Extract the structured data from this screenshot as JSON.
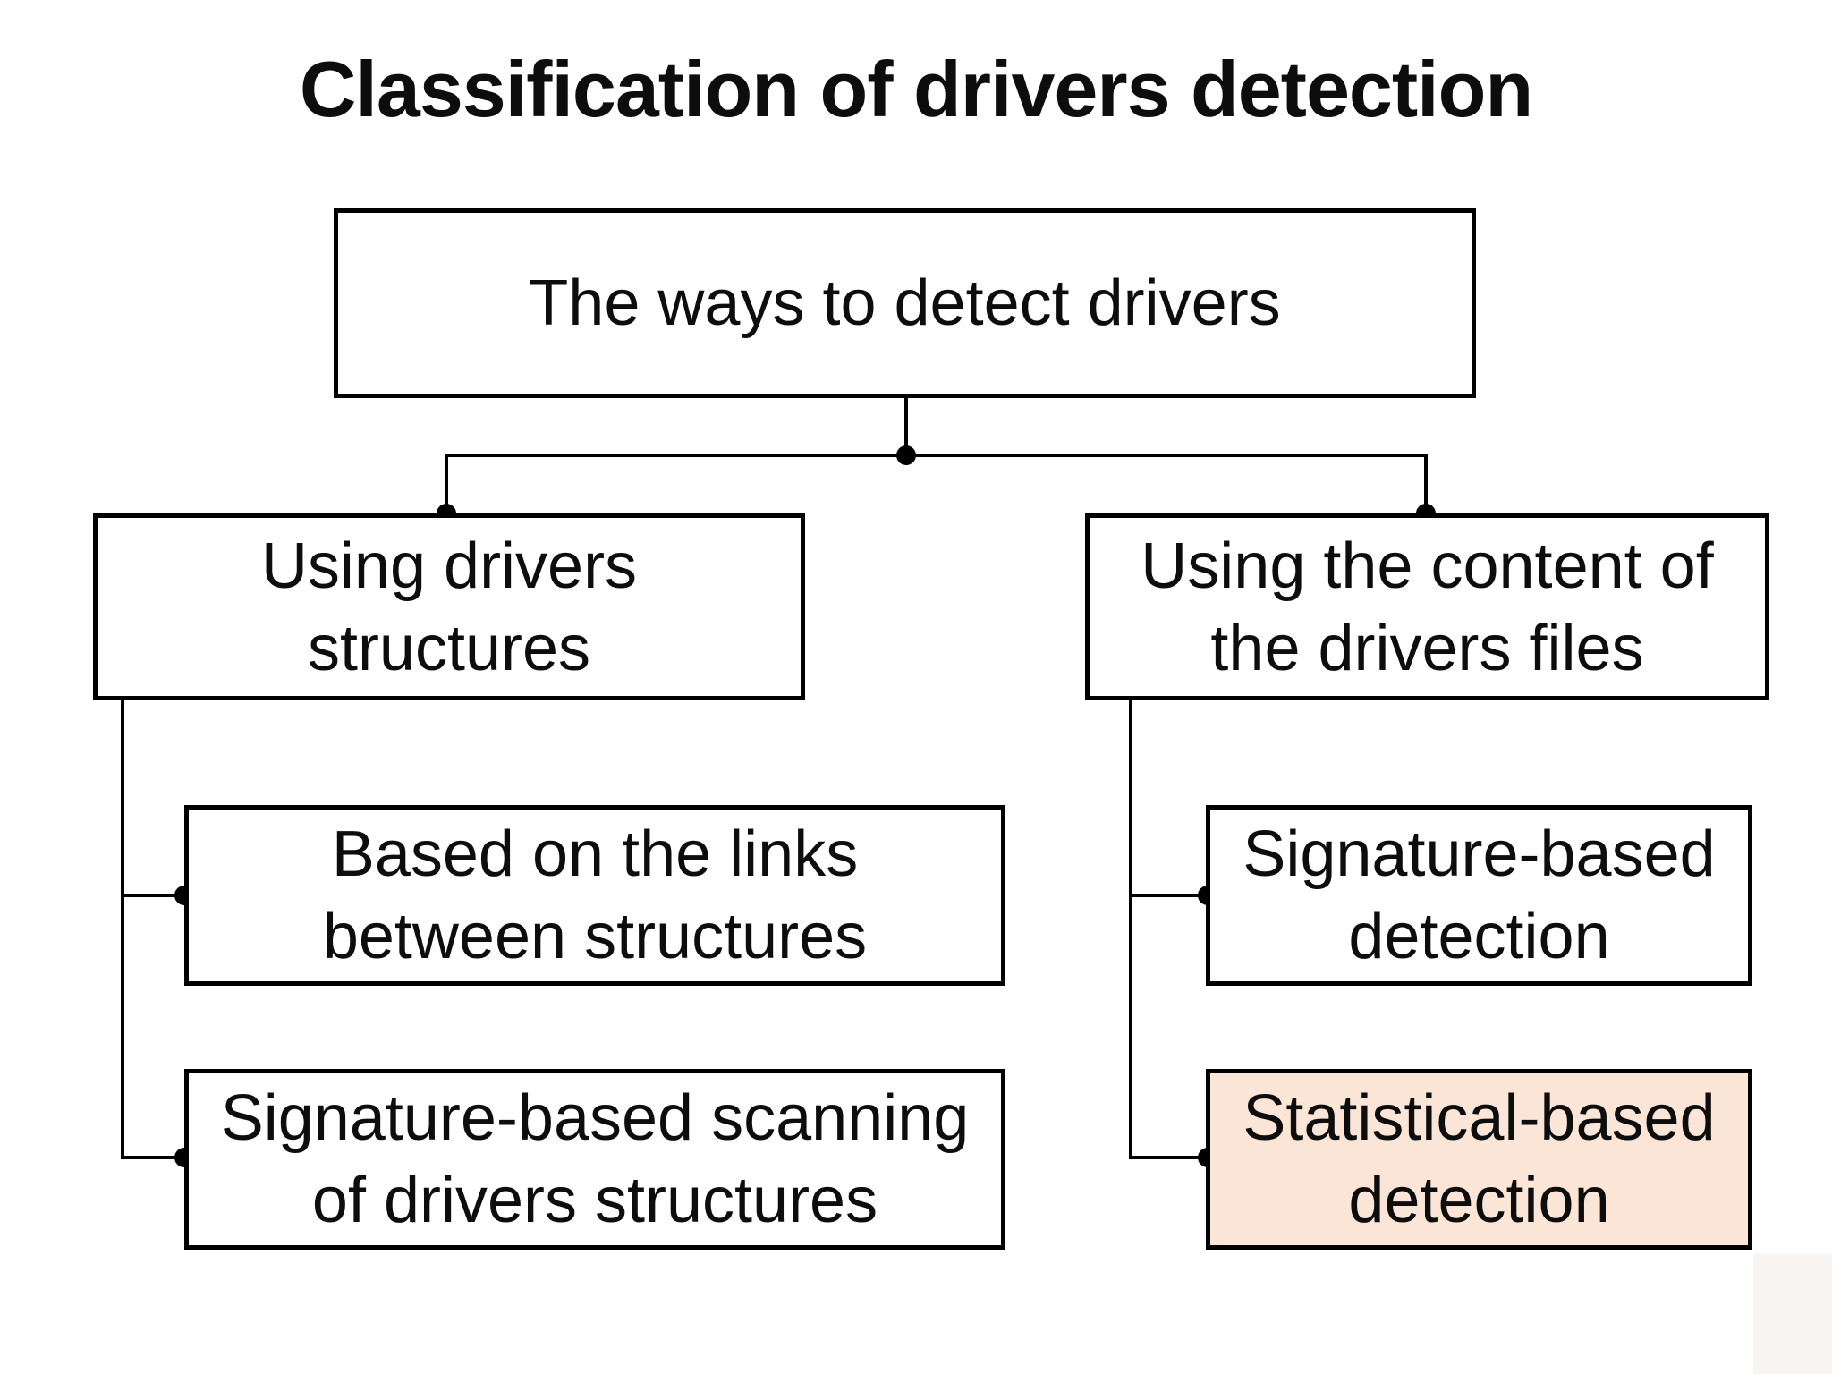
{
  "title": "Classification of drivers detection",
  "colors": {
    "line": "#000000",
    "text": "#0d0d0d",
    "box_fill": "#ffffff",
    "highlight_fill": "#fbe5d6"
  },
  "nodes": {
    "root": {
      "lines": [
        "The ways to detect drivers"
      ]
    },
    "branch_left": {
      "lines": [
        "Using drivers",
        "structures"
      ]
    },
    "branch_right": {
      "lines": [
        "Using the content of",
        "the drivers files"
      ]
    },
    "leaf_links": {
      "lines": [
        "Based on the links",
        "between structures"
      ]
    },
    "leaf_signature_scanning": {
      "lines": [
        "Signature-based scanning",
        "of drivers structures"
      ]
    },
    "leaf_signature_detection": {
      "lines": [
        "Signature-based",
        "detection"
      ]
    },
    "leaf_statistical_detection": {
      "lines": [
        "Statistical-based",
        "detection"
      ],
      "highlighted": true
    }
  }
}
